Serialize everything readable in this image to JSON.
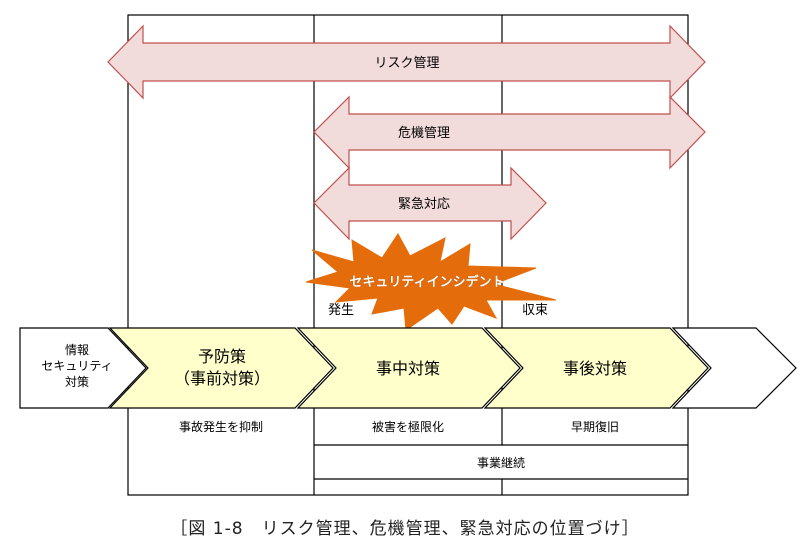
{
  "colors": {
    "frame": "#000000",
    "arrow_fill": "#f2dcdb",
    "arrow_stroke": "#c0504d",
    "burst_fill": "#e46c0a",
    "burst_text": "#ffffff",
    "chevron_fill": "#ffffcc",
    "chevron_white": "#ffffff",
    "chevron_stroke": "#000000"
  },
  "arrows": {
    "risk": "リスク管理",
    "crisis": "危機管理",
    "emergency": "緊急対応"
  },
  "incident": {
    "title": "セキュリティインシデント",
    "occurrence": "発生",
    "convergence": "収束"
  },
  "chevrons": {
    "info_security_line1": "情報",
    "info_security_line2": "セキュリティ",
    "info_security_line3": "対策",
    "prevention_line1": "予防策",
    "prevention_line2": "（事前対策）",
    "during": "事中対策",
    "after": "事後対策"
  },
  "outcomes": {
    "suppress": "事故発生を抑制",
    "minimize": "被害を極限化",
    "recovery": "早期復旧",
    "continuity": "事業継続"
  },
  "caption": "［図 1-8　リスク管理、危機管理、緊急対応の位置づけ］"
}
